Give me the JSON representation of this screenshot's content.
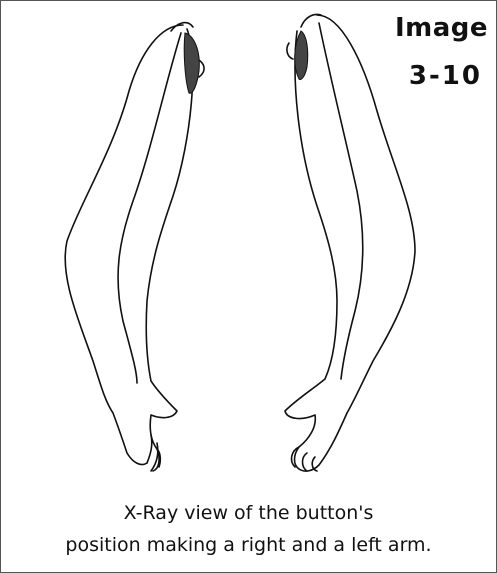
{
  "figure": {
    "label_line1": "Image",
    "label_line2": "3-10",
    "caption_line1": "X-Ray view of the button's",
    "caption_line2": "position making a right and a left arm."
  },
  "colors": {
    "ink": "#111111",
    "button_fill": "#444444"
  }
}
